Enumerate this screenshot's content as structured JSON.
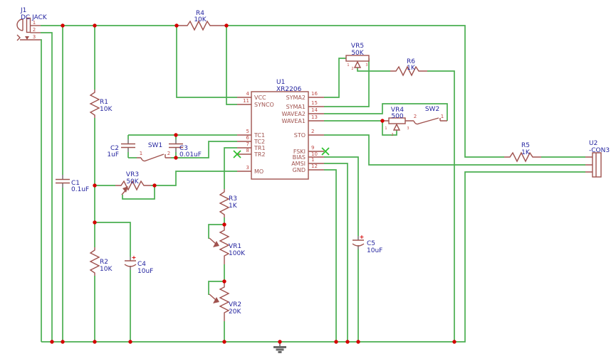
{
  "schematic": {
    "components": {
      "J1": {
        "ref": "J1",
        "value": "DC JACK",
        "pins": {
          "p1": "1",
          "p2": "2",
          "p3": "3"
        }
      },
      "R1": {
        "ref": "R1",
        "value": "10K"
      },
      "R2": {
        "ref": "R2",
        "value": "10K"
      },
      "R3": {
        "ref": "R3",
        "value": "1K"
      },
      "R4": {
        "ref": "R4",
        "value": "10K"
      },
      "R5": {
        "ref": "R5",
        "value": "1K"
      },
      "R6": {
        "ref": "R6",
        "value": "1K"
      },
      "C1": {
        "ref": "C1",
        "value": "0.1uF"
      },
      "C2": {
        "ref": "C2",
        "value": "1uF"
      },
      "C3": {
        "ref": "C3",
        "value": "0.01uF"
      },
      "C4": {
        "ref": "C4",
        "value": "10uF",
        "polarity": "+"
      },
      "C5": {
        "ref": "C5",
        "value": "10uF",
        "polarity": "+"
      },
      "VR1": {
        "ref": "VR1",
        "value": "100K"
      },
      "VR2": {
        "ref": "VR2",
        "value": "20K"
      },
      "VR3": {
        "ref": "VR3",
        "value": "50K"
      },
      "VR4": {
        "ref": "VR4",
        "value": "500",
        "pins": {
          "p1": "1",
          "p2": "2",
          "p3": "3"
        }
      },
      "VR5": {
        "ref": "VR5",
        "value": "50K",
        "pins": {
          "p1": "1",
          "p2": "2",
          "p3": "3"
        }
      },
      "SW1": {
        "ref": "SW1",
        "pins": {
          "p1": "1",
          "p2": "2"
        }
      },
      "SW2": {
        "ref": "SW2",
        "pins": {
          "p1": "1",
          "p2": "2"
        }
      },
      "U1": {
        "ref": "U1",
        "value": "XR2206",
        "pins_left": [
          {
            "num": "4",
            "name": "VCC"
          },
          {
            "num": "11",
            "name": "SYNCO"
          },
          {
            "num": "5",
            "name": "TC1"
          },
          {
            "num": "6",
            "name": "TC2"
          },
          {
            "num": "7",
            "name": "TR1"
          },
          {
            "num": "8",
            "name": "TR2"
          },
          {
            "num": "3",
            "name": "MO"
          }
        ],
        "pins_right": [
          {
            "num": "16",
            "name": "SYMA2"
          },
          {
            "num": "15",
            "name": "SYMA1"
          },
          {
            "num": "14",
            "name": "WAVEA2"
          },
          {
            "num": "13",
            "name": "WAVEA1"
          },
          {
            "num": "2",
            "name": "STO"
          },
          {
            "num": "9",
            "name": "FSKI"
          },
          {
            "num": "10",
            "name": "BIAS"
          },
          {
            "num": "1",
            "name": "AMSI"
          },
          {
            "num": "12",
            "name": "GND"
          }
        ]
      },
      "U2": {
        "ref": "U2",
        "value": "-CON3"
      }
    },
    "colors": {
      "wire": "#4aae50",
      "symbol": "#a0524e",
      "label_text": "#2626a0",
      "pin_number": "#c04a46",
      "junction_dot": "#d40000",
      "no_connect_x": "#2fbf2f",
      "ground": "#6a6a6a",
      "background": "#ffffff"
    }
  }
}
